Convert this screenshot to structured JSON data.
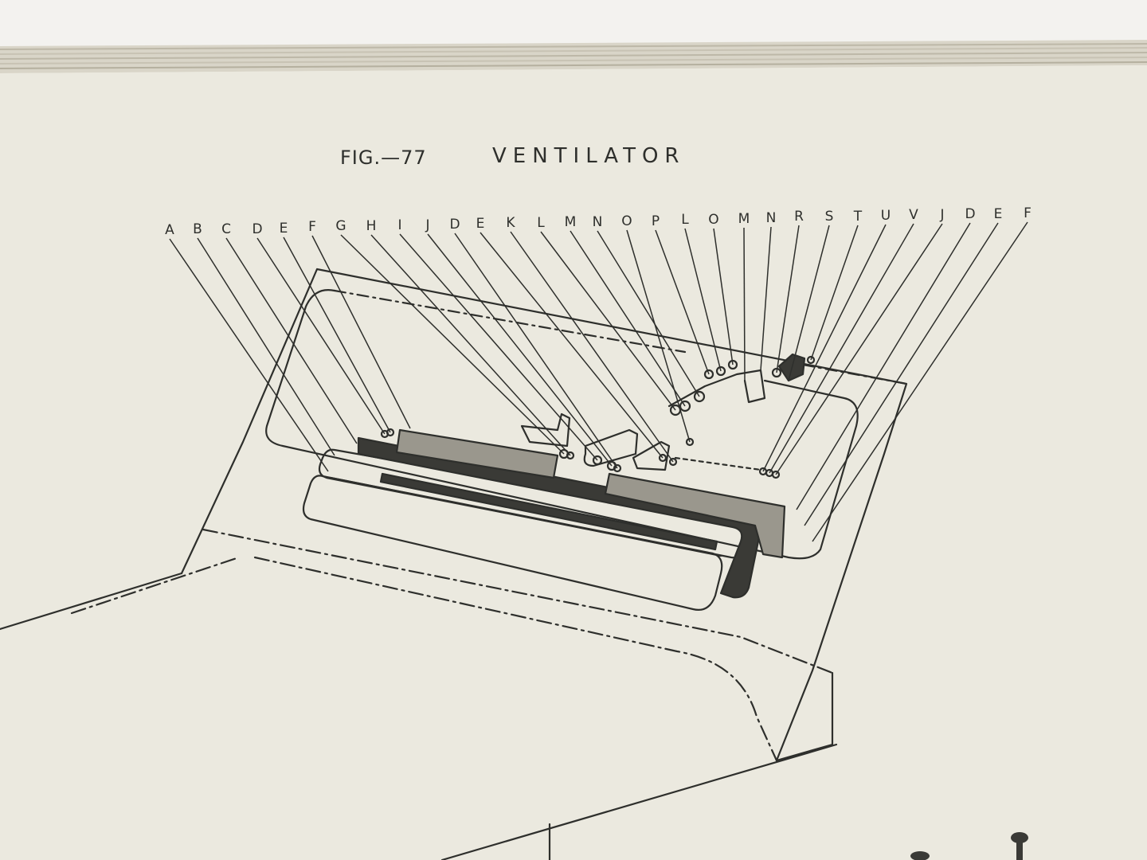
{
  "figure": {
    "number_label": "FIG.—77",
    "name": "VENTILATOR"
  },
  "callouts": [
    "A",
    "B",
    "C",
    "D",
    "E",
    "F",
    "G",
    "H",
    "I",
    "J",
    "D",
    "E",
    "K",
    "L",
    "M",
    "N",
    "O",
    "P",
    "L",
    "O",
    "M",
    "N",
    "R",
    "S",
    "T",
    "U",
    "V",
    "J",
    "D",
    "E",
    "F"
  ],
  "colors": {
    "paper": "#efede3",
    "ink": "#2e2f2c",
    "page_edge": "#cfcabb"
  }
}
